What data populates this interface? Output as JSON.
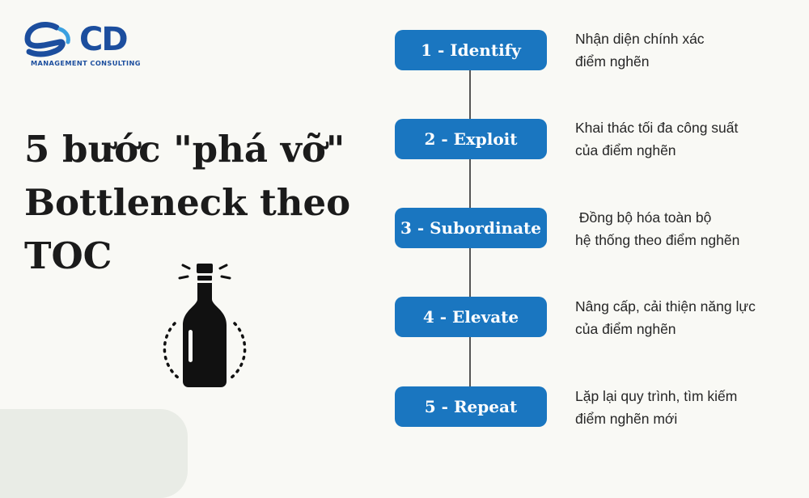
{
  "logo": {
    "text": "CD",
    "subtitle": "MANAGEMENT CONSULTING"
  },
  "headline": {
    "lines": [
      "5 bước \"phá vỡ\"",
      "Bottleneck theo",
      "TOC"
    ]
  },
  "steps": [
    {
      "label": "1 - Identify",
      "desc_lines": [
        "Nhận diện chính xác",
        "điểm nghẽn"
      ]
    },
    {
      "label": "2 - Exploit",
      "desc_lines": [
        "Khai thác tối đa công suất",
        "của điểm nghẽn"
      ]
    },
    {
      "label": "3 - Subordinate",
      "desc_lines": [
        " Đồng bộ hóa toàn bộ",
        "hệ thống theo điểm nghẽn"
      ]
    },
    {
      "label": "4 - Elevate",
      "desc_lines": [
        "Nâng cấp, cải thiện năng lực",
        "của điểm nghẽn"
      ]
    },
    {
      "label": "5 - Repeat",
      "desc_lines": [
        "Lặp lại quy trình, tìm kiếm",
        "điểm nghẽn mới"
      ]
    }
  ],
  "colors": {
    "brand": "#1c4e9e",
    "step_box": "#1a76c0",
    "background": "#f9f9f5"
  },
  "icons": {
    "logo_mark": "swoosh-s-icon",
    "illustration": "broken-bottle-icon"
  }
}
